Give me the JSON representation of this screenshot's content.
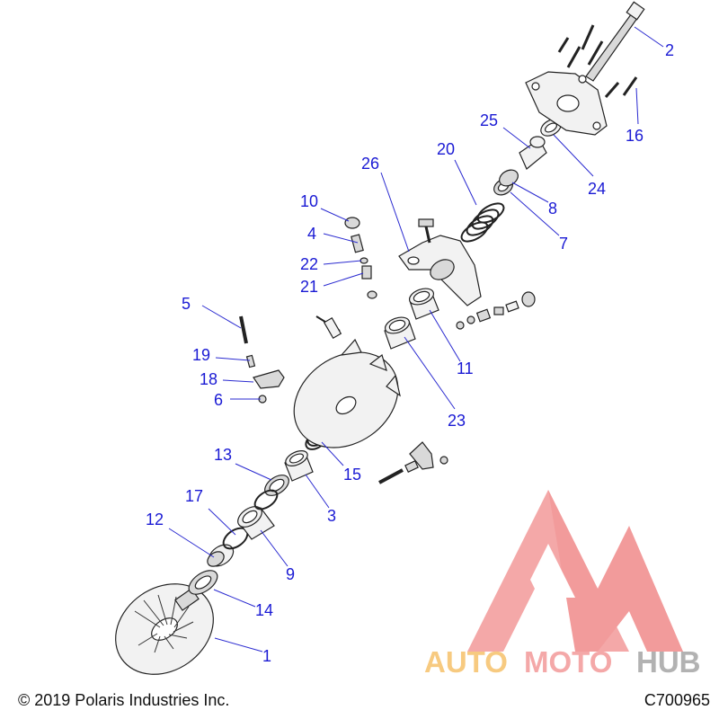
{
  "diagram": {
    "callouts": [
      {
        "id": "c1",
        "label": "1"
      },
      {
        "id": "c2",
        "label": "2"
      },
      {
        "id": "c3",
        "label": "3"
      },
      {
        "id": "c4",
        "label": "4"
      },
      {
        "id": "c5",
        "label": "5"
      },
      {
        "id": "c6",
        "label": "6"
      },
      {
        "id": "c7",
        "label": "7"
      },
      {
        "id": "c8",
        "label": "8"
      },
      {
        "id": "c9",
        "label": "9"
      },
      {
        "id": "c10",
        "label": "10"
      },
      {
        "id": "c11",
        "label": "11"
      },
      {
        "id": "c12",
        "label": "12"
      },
      {
        "id": "c13",
        "label": "13"
      },
      {
        "id": "c14",
        "label": "14"
      },
      {
        "id": "c15",
        "label": "15"
      },
      {
        "id": "c16",
        "label": "16"
      },
      {
        "id": "c17",
        "label": "17"
      },
      {
        "id": "c18",
        "label": "18"
      },
      {
        "id": "c19",
        "label": "19"
      },
      {
        "id": "c20",
        "label": "20"
      },
      {
        "id": "c21",
        "label": "21"
      },
      {
        "id": "c22",
        "label": "22"
      },
      {
        "id": "c23",
        "label": "23"
      },
      {
        "id": "c24",
        "label": "24"
      },
      {
        "id": "c25",
        "label": "25"
      },
      {
        "id": "c26",
        "label": "26"
      }
    ],
    "callout_color": "#1a1ad4"
  },
  "footer": {
    "copyright": "© 2019 Polaris Industries Inc.",
    "figure_id": "C700965"
  },
  "watermark": {
    "part1": "AUTO",
    "part2": "MOTO",
    "part3": "HUB",
    "colors": {
      "auto": "#f6c16b",
      "moto": "#f39a9a",
      "hub": "#a5a5a5",
      "logo": "#f08a8a"
    }
  }
}
